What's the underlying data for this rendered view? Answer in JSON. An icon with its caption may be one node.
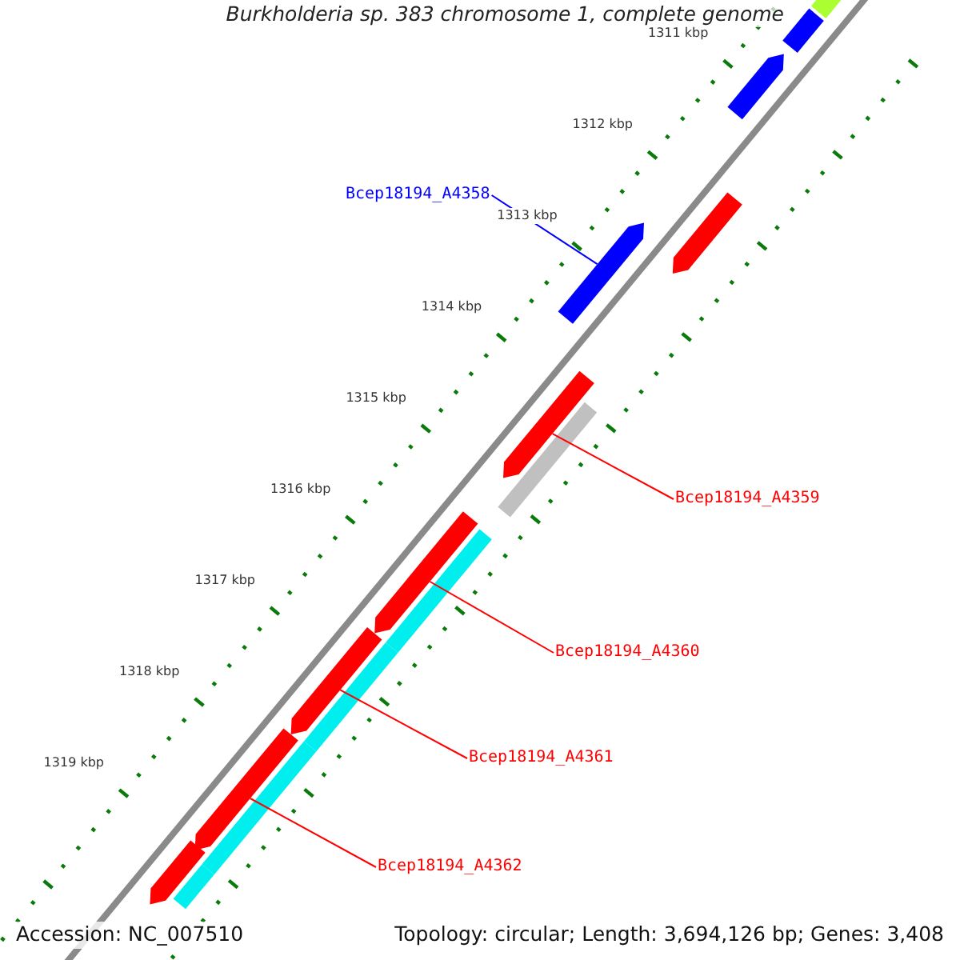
{
  "diagram": {
    "title": "Burkholderia sp. 383 chromosome 1, complete genome",
    "nodes": [
      {
        "text": [
          "Bcep18194_A4358"
        ]
      },
      {
        "text": [],
        "shape": "bar"
      },
      {
        "text": [
          "Bcep18194_A4359"
        ]
      },
      {
        "text": [],
        "shape": "bar"
      },
      {
        "text": [
          "Bcep18194_A4360"
        ]
      },
      {
        "text": [],
        "shape": "bar"
      },
      {
        "text": [
          "Bcep18194_A4361"
        ]
      },
      {
        "text": [],
        "shape": "bar"
      },
      {
        "text": [
          "Bcep18194_A4362"
        ]
      },
      {
        "text": [],
        "shape": "bar"
      },
      {
        "text": [],
        "shape": "bar"
      },
      {
        "text": [],
        "shape": "bar"
      },
      {
        "text": [],
        "shape": "bar"
      },
      {
        "text": [],
        "shape": "bar"
      },
      {
        "text": [],
        "shape": "bar"
      },
      {
        "text": [],
        "shape": "bar"
      },
      {
        "text": [],
        "shape": "bar"
      },
      {
        "text": [],
        "shape": "bar"
      },
      {
        "text": [],
        "shape": "bar"
      },
      {
        "text": [],
        "shape": "bar"
      }
    ],
    "edges": [
      {
        "from": 0,
        "to": 1,
        "arrow": "none",
        "color": "#0000ff"
      },
      {
        "from": 2,
        "to": 3,
        "arrow": "none"
      },
      {
        "from": 4,
        "to": 5,
        "arrow": "none"
      },
      {
        "from": 6,
        "to": 7,
        "arrow": "none"
      },
      {
        "from": 8,
        "to": 9,
        "arrow": "none"
      }
    ],
    "labels": [
      "1311 kbp",
      "1312 kbp",
      "1313 kbp",
      "1314 kbp",
      "1315 kbp",
      "1316 kbp",
      "1317 kbp",
      "1318 kbp",
      "1319 kbp",
      "Accession: NC_007510",
      "Topology: circular; Length: 3,694,126 bp; Genes: 3,408"
    ]
  }
}
